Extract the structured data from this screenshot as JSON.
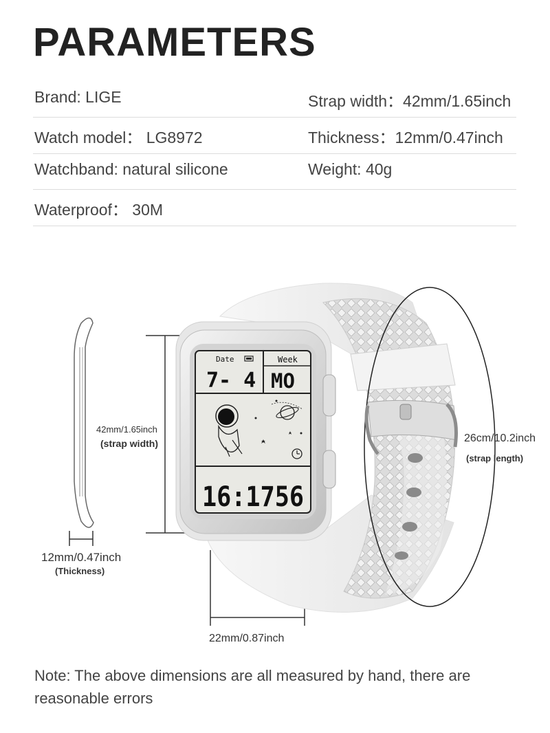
{
  "title": "PARAMETERS",
  "params": {
    "brand": "Brand: LIGE",
    "strap_width": "Strap width：42mm/1.65inch",
    "model": "Watch model： LG8972",
    "thickness": "Thickness：12mm/0.47inch",
    "watchband": "Watchband: natural silicone",
    "weight": "Weight: 40g",
    "waterproof": "Waterproof： 30M"
  },
  "dimensions": {
    "strap_width_value": "42mm/1.65inch",
    "strap_width_label": "(strap width)",
    "thickness_value": "12mm/0.47inch",
    "thickness_label": "(Thickness)",
    "bottom_value": "22mm/0.87inch",
    "strap_length_value": "26cm/10.2inch",
    "strap_length_label": "(strap length)"
  },
  "watch_face": {
    "date_label": "Date",
    "date_value": "7- 4",
    "week_label": "Week",
    "week_value": "MO",
    "time_value": "16:1756"
  },
  "note": "Note: The above dimensions are all measured by hand, there are reasonable errors"
}
